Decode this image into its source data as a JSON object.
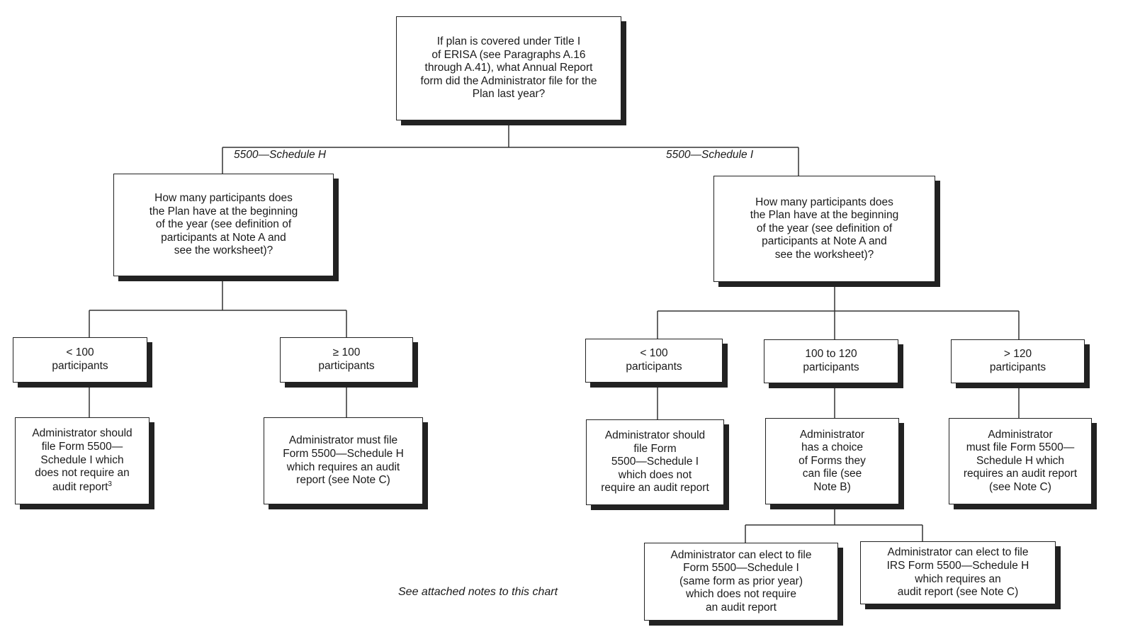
{
  "root": "If plan is covered under Title I\nof ERISA (see Paragraphs A.16\nthrough A.41), what Annual Report\nform did the Administrator file for the\nPlan last year?",
  "branch_labels": {
    "left": "5500—Schedule H",
    "right": "5500—Schedule  I"
  },
  "left_question": "How many participants does\nthe Plan have at the beginning\nof the year (see definition of\nparticipants at Note A and\nsee the worksheet)?",
  "right_question": "How many participants does\nthe Plan have at the beginning\nof the year (see definition of\nparticipants at Note A and\nsee the worksheet)?",
  "left_options": {
    "lt100": "< 100\nparticipants",
    "ge100": "≥ 100\nparticipants"
  },
  "right_options": {
    "lt100": "< 100\nparticipants",
    "r100_120": "100 to 120\nparticipants",
    "gt120": "> 120\nparticipants"
  },
  "outcomes": {
    "left_lt100": "Administrator should\nfile Form 5500—\nSchedule I which\ndoes not require an\naudit report",
    "left_lt100_sup": "3",
    "left_ge100": "Administrator must file\nForm 5500—Schedule H\nwhich requires an audit\nreport (see Note C)",
    "right_lt100": "Administrator should\nfile Form\n5500—Schedule I\nwhich does not\nrequire an audit report",
    "right_100_120": "Administrator\nhas a choice\nof Forms they\ncan file (see\nNote B)",
    "right_gt120": "Administrator\nmust file Form 5500—\nSchedule H which\nrequires an audit report\n(see Note C)"
  },
  "choices": {
    "schedule_i": "Administrator can elect to file\nForm 5500—Schedule I\n(same form as prior year)\nwhich does not require\nan audit report",
    "schedule_h": "Administrator can elect to file\nIRS Form 5500—Schedule H\nwhich requires an\naudit report (see Note C)"
  },
  "footnote": "See attached notes to this chart"
}
